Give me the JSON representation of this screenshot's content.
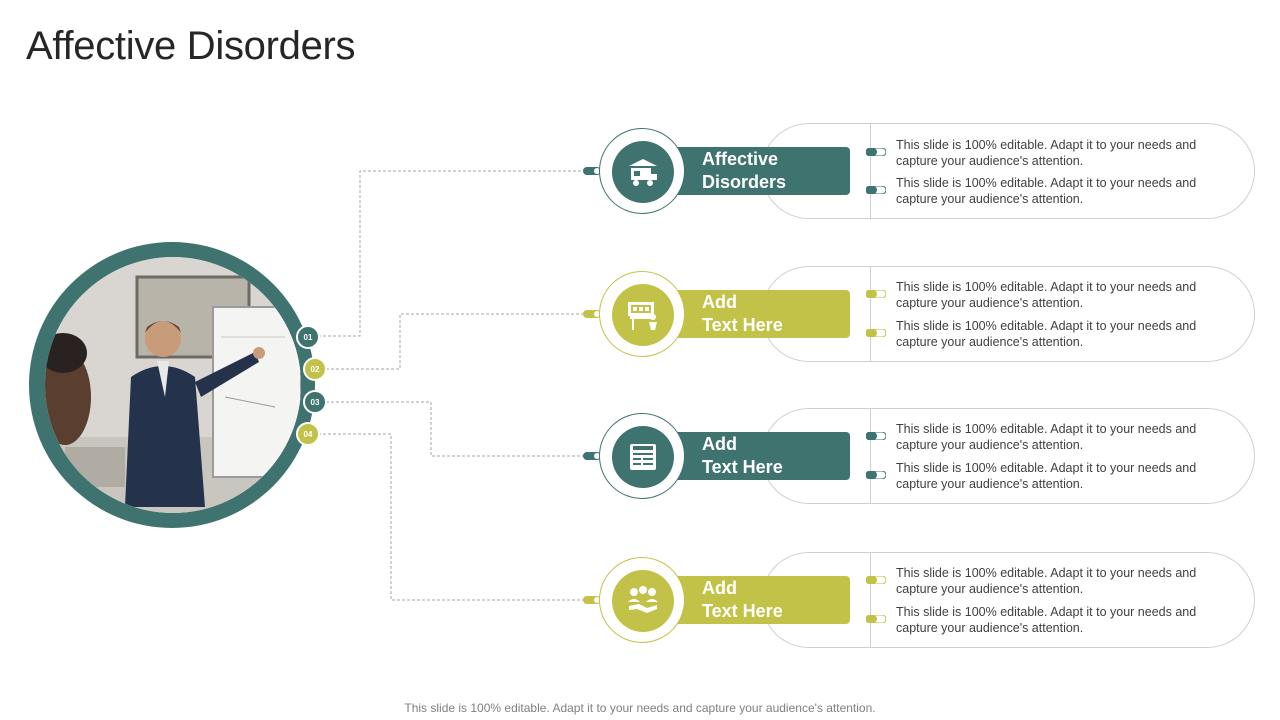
{
  "title": "Affective Disorders",
  "footer": "This slide is 100% editable. Adapt it to your needs and capture your audience's attention.",
  "colors": {
    "teal": "#3f7370",
    "olive": "#c3c248",
    "line": "#a6a6a6"
  },
  "numbers": [
    "01",
    "02",
    "03",
    "04"
  ],
  "items": [
    {
      "label_line1": "Affective",
      "label_line2": "Disorders",
      "icon": "food-truck-icon",
      "points": [
        "This slide is 100% editable. Adapt it to your needs and capture your audience's attention.",
        "This slide is 100% editable. Adapt it to your needs and capture your audience's attention."
      ]
    },
    {
      "label_line1": "Add",
      "label_line2": "Text Here",
      "icon": "food-stall-icon",
      "points": [
        "This slide is 100% editable. Adapt it to your needs and capture your audience's attention.",
        "This slide is 100% editable. Adapt it to your needs and capture your audience's attention."
      ]
    },
    {
      "label_line1": "Add",
      "label_line2": "Text Here",
      "icon": "menu-board-icon",
      "points": [
        "This slide is 100% editable. Adapt it to your needs and capture your audience's attention.",
        "This slide is 100% editable. Adapt it to your needs and capture your audience's attention."
      ]
    },
    {
      "label_line1": "Add",
      "label_line2": "Text Here",
      "icon": "handshake-group-icon",
      "points": [
        "This slide is 100% editable. Adapt it to your needs and capture your audience's attention.",
        "This slide is 100% editable. Adapt it to your needs and capture your audience's attention."
      ]
    }
  ]
}
